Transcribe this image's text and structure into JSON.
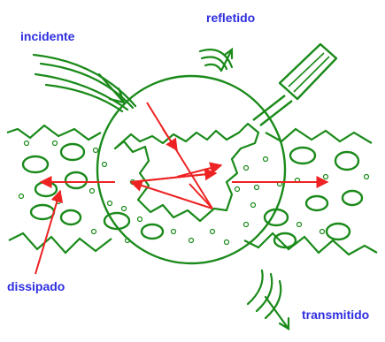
{
  "labels": {
    "incident": "incidente",
    "reflected": "refletido",
    "dissipated": "dissipado",
    "transmitted": "transmitido"
  },
  "colors": {
    "line": "#1a8a1a",
    "ray": "#ee2222",
    "label": "#2e2ee0",
    "background": "#ffffff"
  }
}
